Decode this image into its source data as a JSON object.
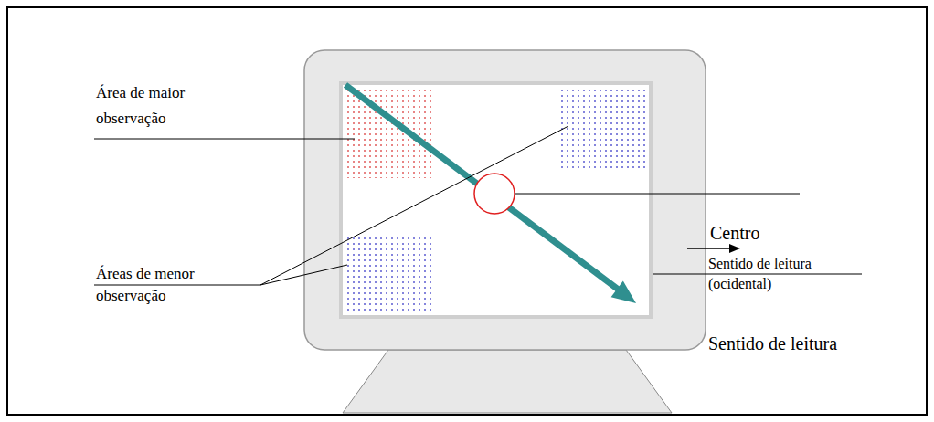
{
  "diagram": {
    "labels": [
      "Área de maior observação",
      "Áreas de menor observação",
      "Centro",
      "Sentido de leitura (ocidental)",
      "Sentido de leitura"
    ]
  }
}
